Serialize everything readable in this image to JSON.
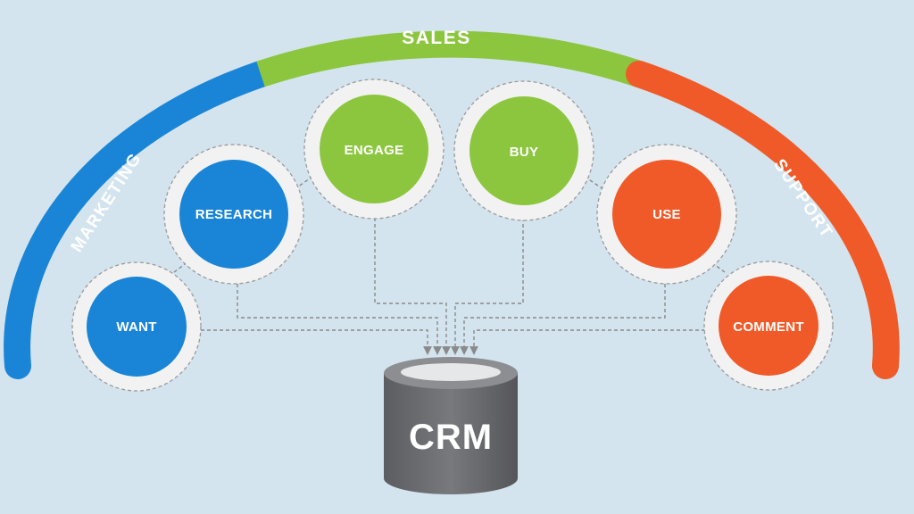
{
  "arc": {
    "segments": [
      {
        "label": "MARKETING",
        "color": "#1a85d6"
      },
      {
        "label": "SALES",
        "color": "#8cc63f"
      },
      {
        "label": "SUPPORT",
        "color": "#ef5a28"
      }
    ]
  },
  "stages": [
    {
      "label": "WANT",
      "color": "#1a85d6"
    },
    {
      "label": "RESEARCH",
      "color": "#1a85d6"
    },
    {
      "label": "ENGAGE",
      "color": "#8cc63f"
    },
    {
      "label": "BUY",
      "color": "#8cc63f"
    },
    {
      "label": "USE",
      "color": "#ef5a28"
    },
    {
      "label": "COMMENT",
      "color": "#ef5a28"
    }
  ],
  "crm": {
    "label": "CRM",
    "color": "#6d6e71"
  },
  "colors": {
    "background": "#d3e4ee",
    "ring": "#f2f2f2",
    "connector": "#8a8a8a"
  }
}
